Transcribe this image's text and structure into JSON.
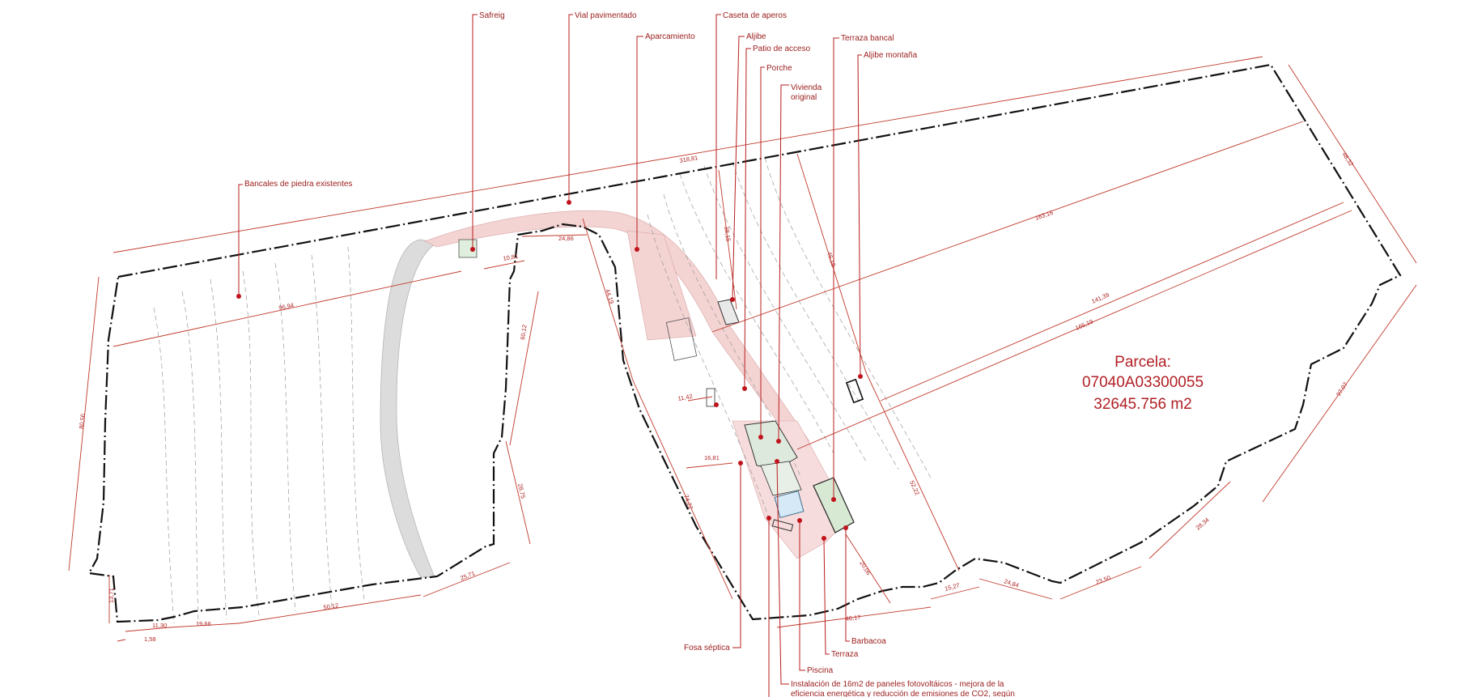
{
  "parcel": {
    "line1": "Parcela:",
    "line2": "07040A03300055",
    "line3": "32645.756 m2"
  },
  "labels": {
    "safreig": "Safreig",
    "vial": "Vial pavimentado",
    "aparcamiento": "Aparcamiento",
    "caseta": "Caseta de aperos",
    "aljibe": "Aljibe",
    "patio": "Patio de acceso",
    "porche": "Porche",
    "vivienda1": "Vivienda",
    "vivienda2": "original",
    "terraza_bancal": "Terraza bancal",
    "aljibe_montana": "Aljibe montaña",
    "bancales": "Bancales de piedra existentes",
    "fosa": "Fosa séptica",
    "barbacoa": "Barbacoa",
    "terraza": "Terraza",
    "piscina": "Piscina",
    "paneles1": "Instalación de 16m2 de paneles fotovoltáicos - mejora de la",
    "paneles2": "eficiencia energética y reducción de emisiones de CO2, según"
  },
  "dimensions": {
    "d1": "318,81",
    "d2": "96,94",
    "d3": "24,86",
    "d4": "10,81",
    "d5": "38,15",
    "d6": "163,16",
    "d7": "46,18",
    "d8": "48,32",
    "d9": "141,39",
    "d10": "165,19",
    "d11": "60,12",
    "d12": "44,19",
    "d13": "80,56",
    "d14": "28,75",
    "d15": "11,42",
    "d16": "16,81",
    "d17": "74,22",
    "d18": "52,22",
    "d19": "97,07",
    "d20": "28,34",
    "d21": "23,50",
    "d22": "24,84",
    "d23": "15,27",
    "d24": "20,06",
    "d25": "46,17",
    "d26": "25,71",
    "d27": "50,12",
    "d28": "19,66",
    "d29": "11,30",
    "d30": "1,58",
    "d31": "13,71"
  },
  "colors": {
    "annotation": "#b91c1c",
    "paved": "#f4d3d3",
    "boundary": "#111111",
    "path": "#d9d9d9"
  }
}
